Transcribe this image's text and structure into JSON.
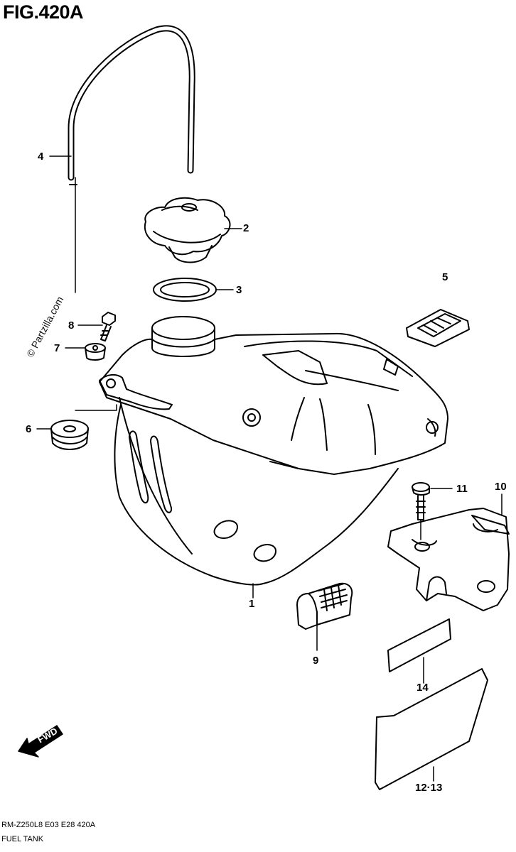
{
  "figure": {
    "title": "FIG.420A"
  },
  "watermark": "© Partzilla.com",
  "callouts": {
    "c1": "1",
    "c2": "2",
    "c3": "3",
    "c4": "4",
    "c5": "5",
    "c6": "6",
    "c7": "7",
    "c8": "8",
    "c9": "9",
    "c10": "10",
    "c11": "11",
    "c12_13": "12·13",
    "c14": "14"
  },
  "fwd_label": "FWD",
  "footer": {
    "model_code": "RM-Z250L8  E03  E28  420A",
    "section_name": "FUEL TANK"
  }
}
